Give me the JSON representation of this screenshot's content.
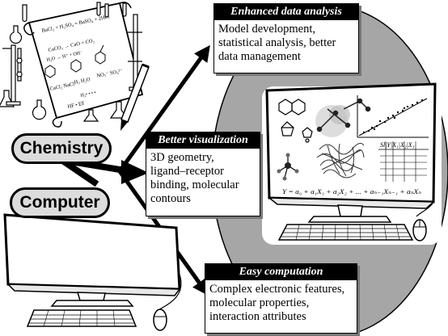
{
  "labels": {
    "chemistry": "Chemistry",
    "computer": "Computer"
  },
  "boxes": {
    "enhanced": {
      "title": "Enhanced data analysis",
      "lines": [
        "Model development,",
        "statistical analysis, better",
        "data management"
      ]
    },
    "visual": {
      "title": "Better visualization",
      "lines": [
        "3D geometry,",
        "ligand–receptor",
        "binding, molecular",
        "contours"
      ]
    },
    "easy": {
      "title": "Easy computation",
      "lines": [
        "Complex electronic features,",
        "molecular properties,",
        "interaction attributes"
      ]
    }
  },
  "sketch_text": {
    "eq1": "BaCl₂ + H₂SO₄ = BaSO₄ + 2HCl",
    "eq2": "CaCO₃ → CaO + CO₂",
    "eq3": "H₂O → H⁺ + OH⁻",
    "eq4": "CaCl₂  NaCl",
    "eq5": "H₂  H₂O",
    "eq6": "NO₃⁻  SO₄²⁻",
    "eq7": "HF • EF",
    "hbar": "H₂• • • •",
    "table_header": "Sl|Y|X₁|X₂|X₃",
    "equation": "Y = a₀ + a₁X₁ + a₂X₂ + ... + aₙ₋₁Xₙ₋₁ + aₙXₙ"
  },
  "colors": {
    "ellipse": "#a6a6a6",
    "panel": "#ffffff",
    "pill": "#dcdcdc",
    "ink": "#000000"
  },
  "icons": [
    "flask-icon",
    "test-tube-icon",
    "burette-icon",
    "pencil-icon",
    "molecule-icon",
    "mouse-icon",
    "keyboard-icon",
    "monitor-icon"
  ]
}
